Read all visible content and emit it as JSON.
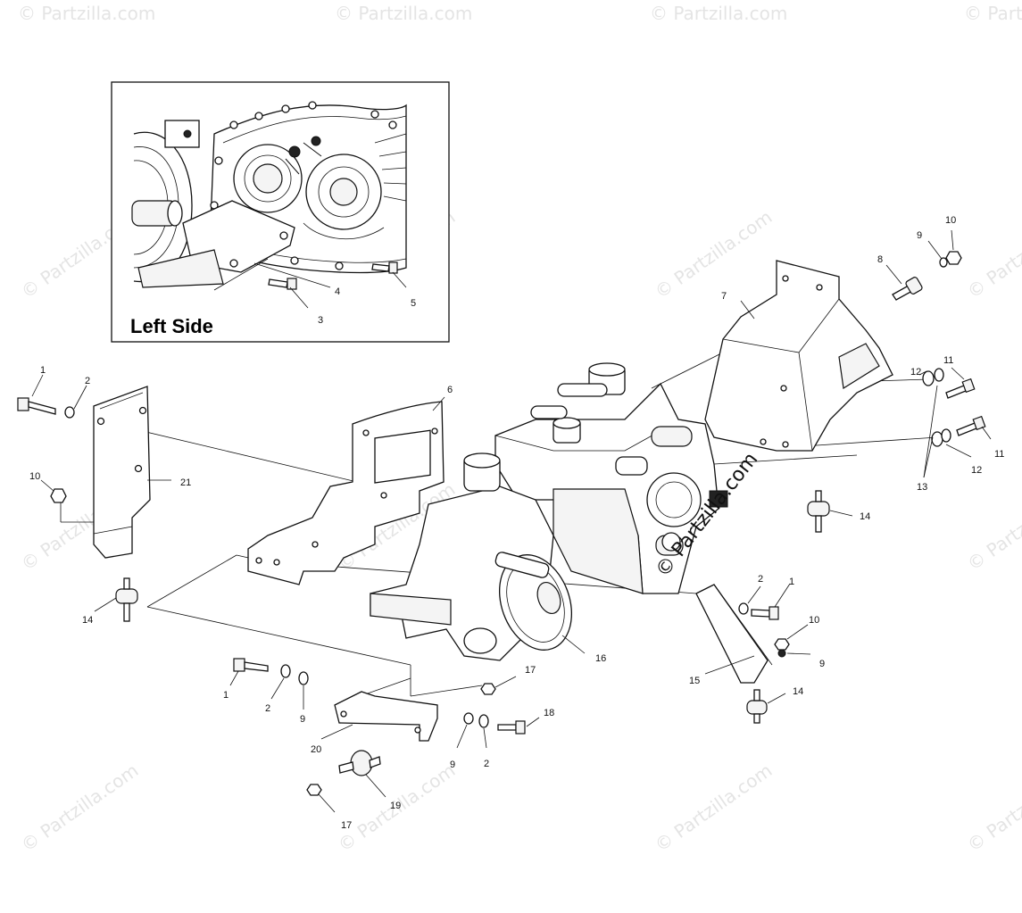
{
  "inset": {
    "title": "Left Side",
    "callouts": {
      "c3": "3",
      "c4": "4",
      "c5": "5"
    }
  },
  "callouts": {
    "n1a": "1",
    "n2a": "2",
    "n10a": "10",
    "n21": "21",
    "n14a": "14",
    "n6": "6",
    "n7": "7",
    "n8": "8",
    "n9a": "9",
    "n10b": "10",
    "n11a": "11",
    "n12a": "12",
    "n11b": "11",
    "n12b": "12",
    "n13": "13",
    "n14b": "14",
    "n2b": "2",
    "n1b": "1",
    "n10c": "10",
    "n9b": "9",
    "n15": "15",
    "n14c": "14",
    "n16": "16",
    "n17a": "17",
    "n18": "18",
    "n1c": "1",
    "n2c": "2",
    "n9c": "9",
    "n20": "20",
    "n9d": "9",
    "n2d": "2",
    "n19": "19",
    "n17b": "17"
  },
  "watermarks": {
    "brand": "© Partzilla.com",
    "center": "© Partzilla.com"
  }
}
